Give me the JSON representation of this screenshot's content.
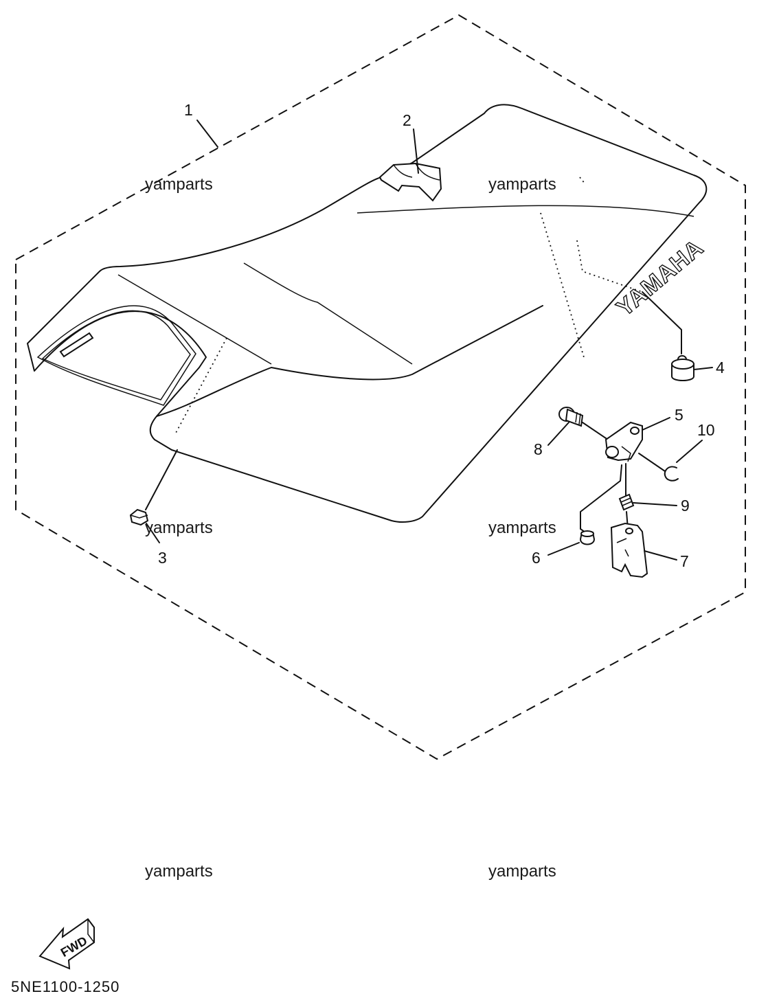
{
  "callouts": [
    {
      "id": "1",
      "text": "1"
    },
    {
      "id": "2",
      "text": "2"
    },
    {
      "id": "3",
      "text": "3"
    },
    {
      "id": "4",
      "text": "4"
    },
    {
      "id": "5",
      "text": "5"
    },
    {
      "id": "6",
      "text": "6"
    },
    {
      "id": "7",
      "text": "7"
    },
    {
      "id": "8",
      "text": "8"
    },
    {
      "id": "9",
      "text": "9"
    },
    {
      "id": "10",
      "text": "10"
    }
  ],
  "seat_logo": "YAMAHA",
  "watermark": "yamparts",
  "fwd_label": "FWD",
  "diagram_code": "5NE1100-1250"
}
